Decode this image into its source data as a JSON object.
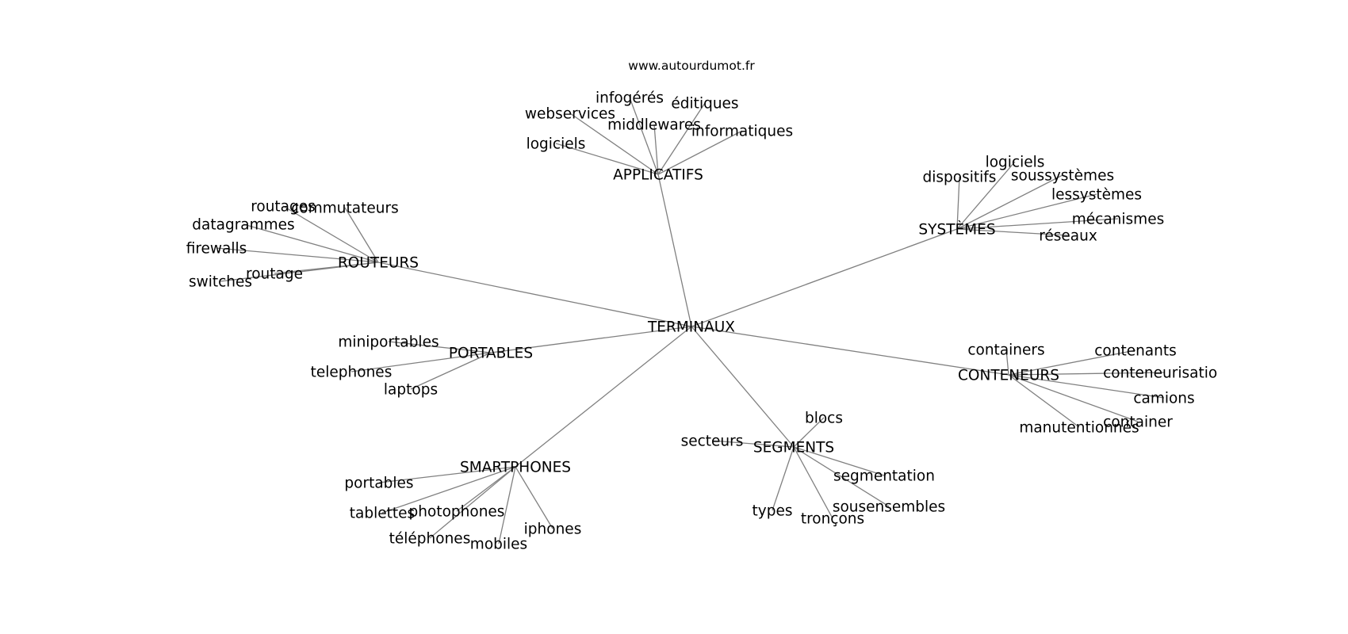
{
  "source_credit": "www.autourdumot.fr",
  "graph": {
    "root": "TERMINAUX",
    "hubs": [
      {
        "id": "applicatifs",
        "label": "APPLICATIFS",
        "leaves": [
          "infogérés",
          "éditiques",
          "webservices",
          "middlewares",
          "informatiques",
          "logiciels"
        ]
      },
      {
        "id": "systemes",
        "label": "SYSTÈMES",
        "leaves": [
          "logiciels",
          "soussystèmes",
          "dispositifs",
          "lessystèmes",
          "mécanismes",
          "réseaux"
        ]
      },
      {
        "id": "routeurs",
        "label": "ROUTEURS",
        "leaves": [
          "routages",
          "commutateurs",
          "datagrammes",
          "firewalls",
          "routage",
          "switches"
        ]
      },
      {
        "id": "portables",
        "label": "PORTABLES",
        "leaves": [
          "miniportables",
          "telephones",
          "laptops"
        ]
      },
      {
        "id": "conteneurs",
        "label": "CONTENEURS",
        "leaves": [
          "containers",
          "contenants",
          "conteneurisation",
          "camions",
          "container",
          "manutentionnés"
        ]
      },
      {
        "id": "segments",
        "label": "SEGMENTS",
        "leaves": [
          "blocs",
          "secteurs",
          "segmentation",
          "sousensembles",
          "types",
          "tronçons"
        ]
      },
      {
        "id": "smartphones",
        "label": "SMARTPHONES",
        "leaves": [
          "portables",
          "tablettes",
          "photophones",
          "téléphones",
          "mobiles",
          "iphones"
        ]
      }
    ]
  }
}
